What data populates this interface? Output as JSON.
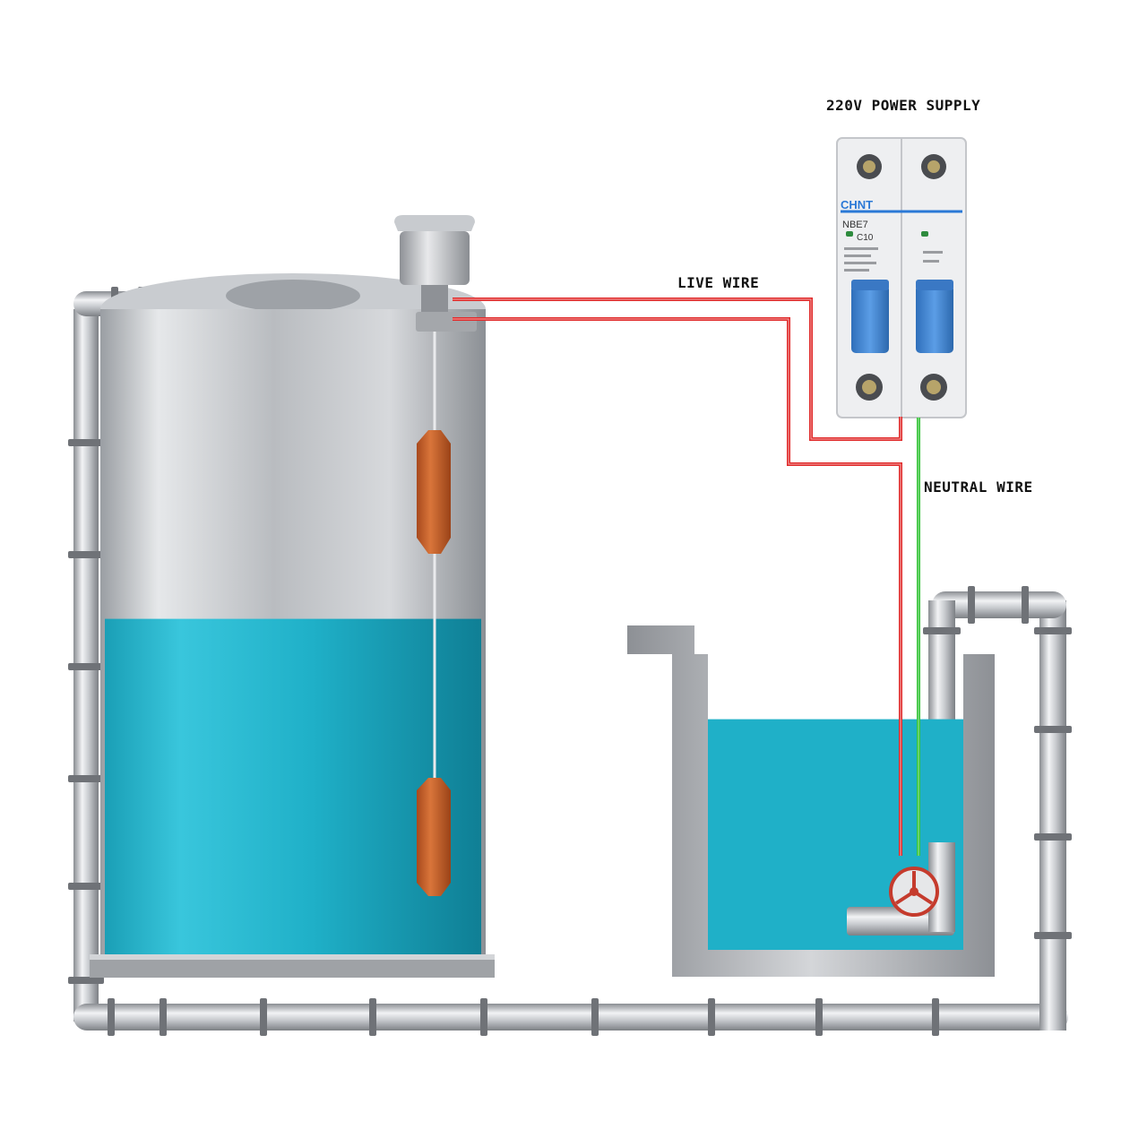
{
  "labels": {
    "power_supply": "220V POWER SUPPLY",
    "live_wire": "LIVE WIRE",
    "neutral_wire": "NEUTRAL WIRE"
  },
  "breaker": {
    "brand": "CHNT",
    "model": "NBE7",
    "rating": "C10"
  },
  "colors": {
    "water": "#1fb0c8",
    "live_wire": "#e02a2a",
    "neutral_wire": "#37c43a",
    "float": "#c8602a",
    "breaker_handle": "#3f86d6",
    "brand": "#2a78d6"
  },
  "tank_water_level": 0.52,
  "sump_water_level": 0.78
}
